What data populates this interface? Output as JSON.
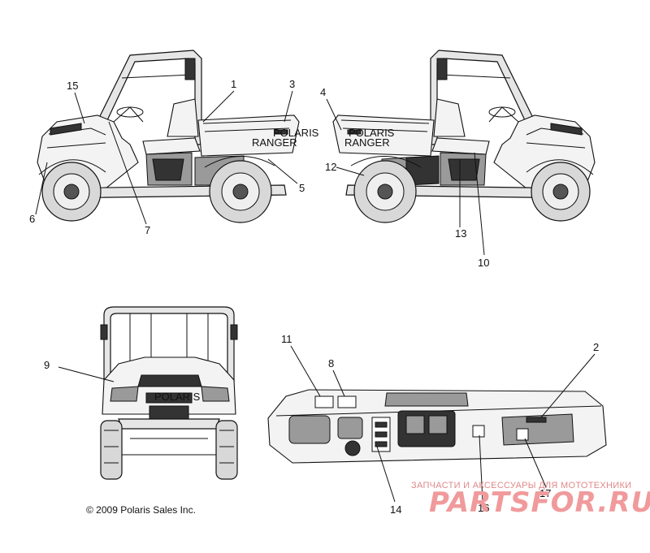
{
  "callouts": [
    {
      "id": "c15",
      "label": "15"
    },
    {
      "id": "c1",
      "label": "1"
    },
    {
      "id": "c3",
      "label": "3"
    },
    {
      "id": "c5",
      "label": "5"
    },
    {
      "id": "c6",
      "label": "6"
    },
    {
      "id": "c7",
      "label": "7"
    },
    {
      "id": "c4",
      "label": "4"
    },
    {
      "id": "c12",
      "label": "12"
    },
    {
      "id": "c13",
      "label": "13"
    },
    {
      "id": "c10",
      "label": "10"
    },
    {
      "id": "c9",
      "label": "9"
    },
    {
      "id": "c11",
      "label": "11"
    },
    {
      "id": "c8",
      "label": "8"
    },
    {
      "id": "c2",
      "label": "2"
    },
    {
      "id": "c14",
      "label": "14"
    },
    {
      "id": "c16",
      "label": "16"
    },
    {
      "id": "c17",
      "label": "17"
    }
  ],
  "decal_text": {
    "left_ranger": "RANGER",
    "left_polaris": "POLARIS",
    "right_ranger": "RANGER",
    "right_polaris": "POLARIS",
    "front_polaris": "POLARIS"
  },
  "copyright": "© 2009 Polaris Sales Inc.",
  "watermark": {
    "tagline": "ЗАПЧАСТИ И АКСЕССУАРЫ ДЛЯ МОТОТЕХНИКИ",
    "brand": "PARTSFOR.RU"
  }
}
